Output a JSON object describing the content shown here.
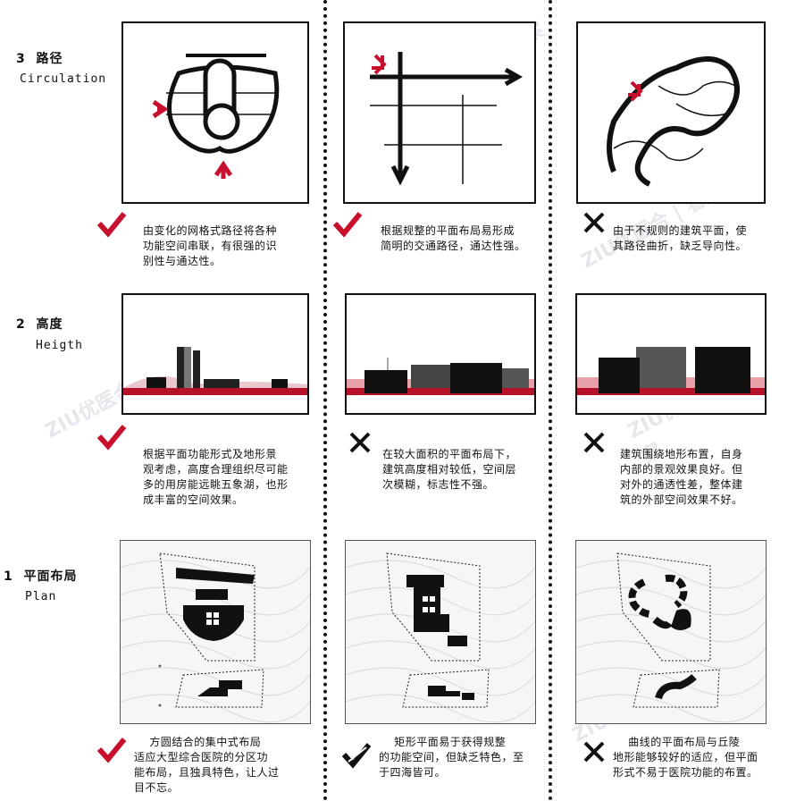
{
  "rows": [
    {
      "number": "3",
      "title": "路径",
      "subtitle": "Circulation"
    },
    {
      "number": "2",
      "title": "高度",
      "subtitle": "Heigth"
    },
    {
      "number": "1",
      "title": "平面布局",
      "subtitle": "Plan"
    }
  ],
  "descriptions": {
    "circulation": [
      "由变化的网格式路径将各种\n功能空间串联，有很强的识\n别性与通达性。",
      "根据规整的平面布局易形成\n简明的交通路径，通达性强。",
      "由于不规则的建筑平面，使\n其路径曲折，缺乏导向性。"
    ],
    "height": [
      "根据平面功能形式及地形景\n观考虑，高度合理组织尽可能\n多的用房能远眺五象湖，也形\n成丰富的空间效果。",
      "在较大面积的平面布局下，\n建筑高度相对较低，空间层\n次模糊，标志性不强。",
      "建筑围绕地形布置，自身\n内部的景观效果良好。但\n对外的通透性差，整体建\n筑的外部空间效果不好。"
    ],
    "plan": [
      "    方圆结合的集中式布局\n适应大型综合医院的分区功\n能布局，且独具特色，让人过\n目不忘。",
      "    矩形平面易于获得规整\n的功能空间，但缺乏特色，至\n于四海皆可。",
      "    曲线的平面布局与丘陵\n地形能够较好的适应，但平面\n形式不易于医院功能的布置。"
    ]
  },
  "marks": {
    "circulation": [
      "check",
      "check",
      "cross"
    ],
    "height": [
      "check",
      "cross",
      "cross"
    ],
    "plan": [
      "check",
      "half-check",
      "cross"
    ]
  },
  "watermark": "ZIU优医合 | 看方案",
  "colors": {
    "accent_red": "#c8102e",
    "ground_red": "#b5122a",
    "pink_fill": "#e8a0a8",
    "black": "#111111"
  }
}
